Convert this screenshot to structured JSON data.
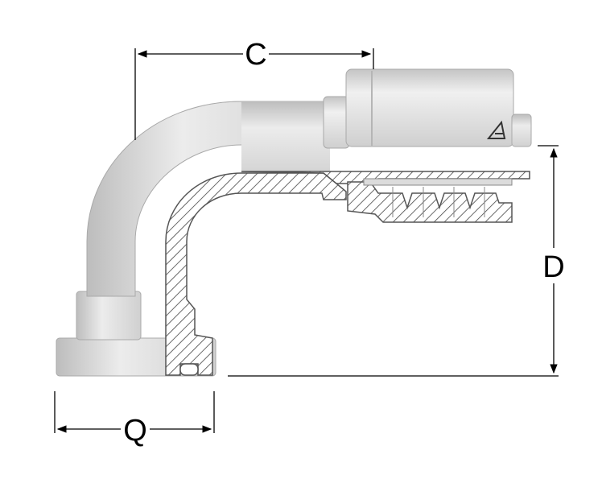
{
  "dimensions": {
    "c_label": "C",
    "d_label": "D",
    "q_label": "Q"
  },
  "colors": {
    "metal_light": "#e2e2e2",
    "metal_mid": "#c9c9c9",
    "metal_dark": "#9e9e9e",
    "section_outline": "#555555",
    "dimension_line": "#000000"
  },
  "icons": {
    "manufacturer_mark": "triangle-logo-icon"
  }
}
